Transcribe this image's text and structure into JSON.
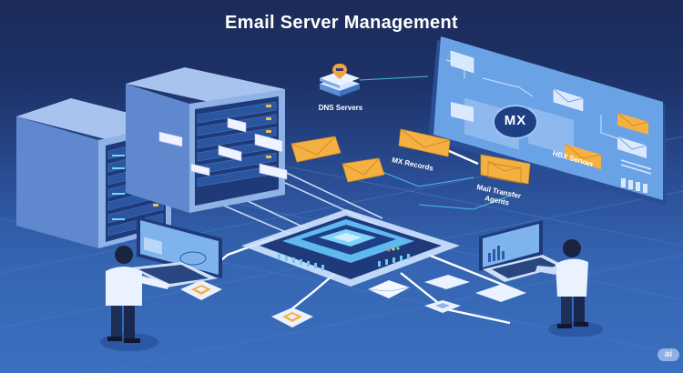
{
  "title": "Email Server Management",
  "labels": {
    "dns_servers": "DNS Servers",
    "mx": "MX",
    "mx_records": "MX Records",
    "mail_transfer_agents_line1": "Mail Transfer",
    "mail_transfer_agents_line2": "Agents",
    "hbx_server": "HBX Servan"
  },
  "watermark": "ai",
  "colors": {
    "background_top": "#1b2a58",
    "background_bottom": "#3b6fbf",
    "envelope_orange": "#f5b042",
    "panel_blue": "#5a94dc",
    "server_body": "#8fb3e6",
    "server_face": "#1f3a78",
    "accent_cyan": "#4fd3f5"
  },
  "elements": {
    "servers": 2,
    "people": 2,
    "envelopes_orange": 6,
    "central_hub": "processor chip"
  }
}
